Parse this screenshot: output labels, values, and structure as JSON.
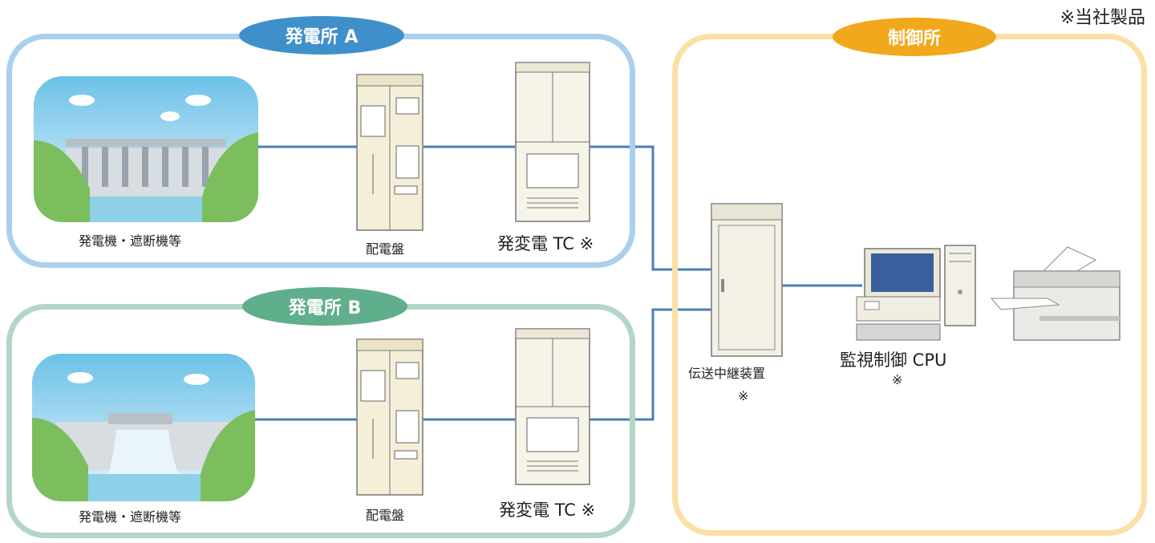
{
  "note": "※当社製品",
  "station_a": {
    "title": "発電所 A",
    "dam_label": "発電機・遮断機等",
    "panel_label": "配電盤",
    "tc_label": "発変電 TC ※"
  },
  "station_b": {
    "title": "発電所 B",
    "dam_label": "発電機・遮断機等",
    "panel_label": "配電盤",
    "tc_label": "発変電 TC ※"
  },
  "control": {
    "title": "制御所",
    "relay_label": "伝送中継装置",
    "relay_mark": "※",
    "cpu_label": "監視制御 CPU",
    "cpu_mark": "※"
  },
  "colors": {
    "station_a": "#3f8fcb",
    "station_a_border": "#a9d0ee",
    "station_b": "#5fae8c",
    "station_b_border": "#b3d6c6",
    "control": "#f2a81d",
    "control_border": "#fbe0a6",
    "line": "#4a7fb8"
  }
}
